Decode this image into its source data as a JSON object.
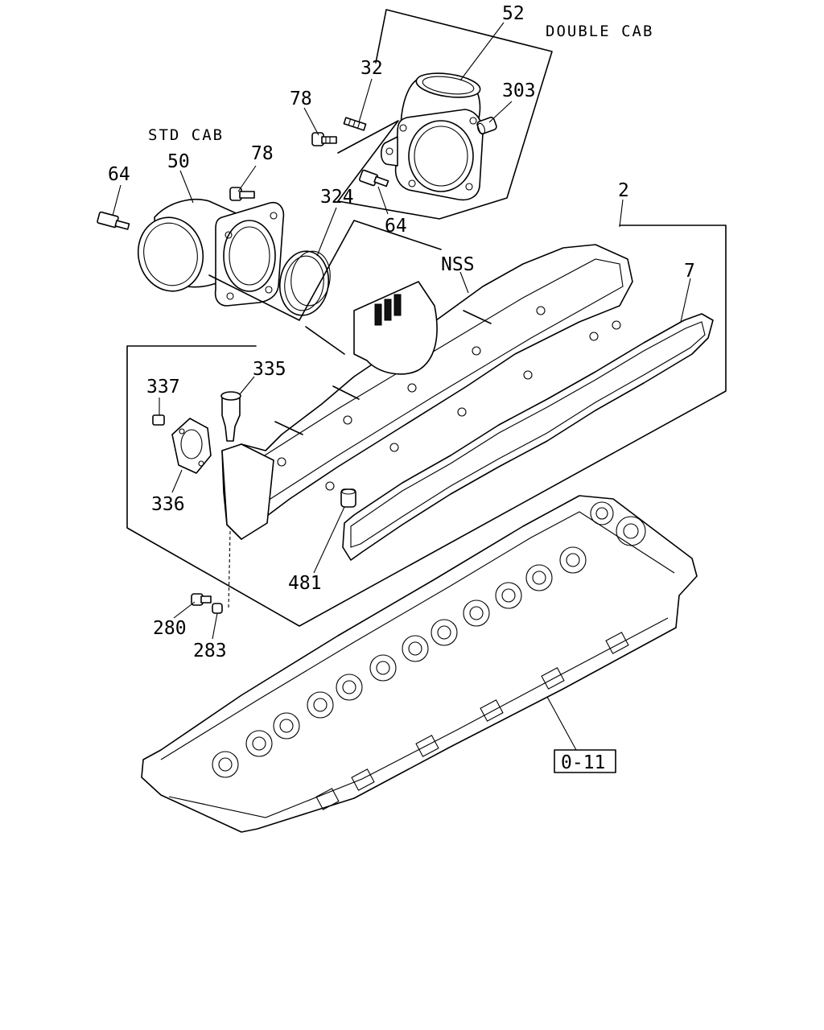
{
  "variants": {
    "double_cab": "DOUBLE CAB",
    "std_cab": "STD CAB"
  },
  "callouts": {
    "p2": "2",
    "p7": "7",
    "p32": "32",
    "p50": "50",
    "p52": "52",
    "p64_left": "64",
    "p64_right": "64",
    "p78_left": "78",
    "p78_right": "78",
    "p280": "280",
    "p283": "283",
    "p303": "303",
    "p324": "324",
    "p335": "335",
    "p336": "336",
    "p337": "337",
    "p481": "481",
    "nss": "NSS"
  },
  "reference": {
    "label": "0-11"
  }
}
